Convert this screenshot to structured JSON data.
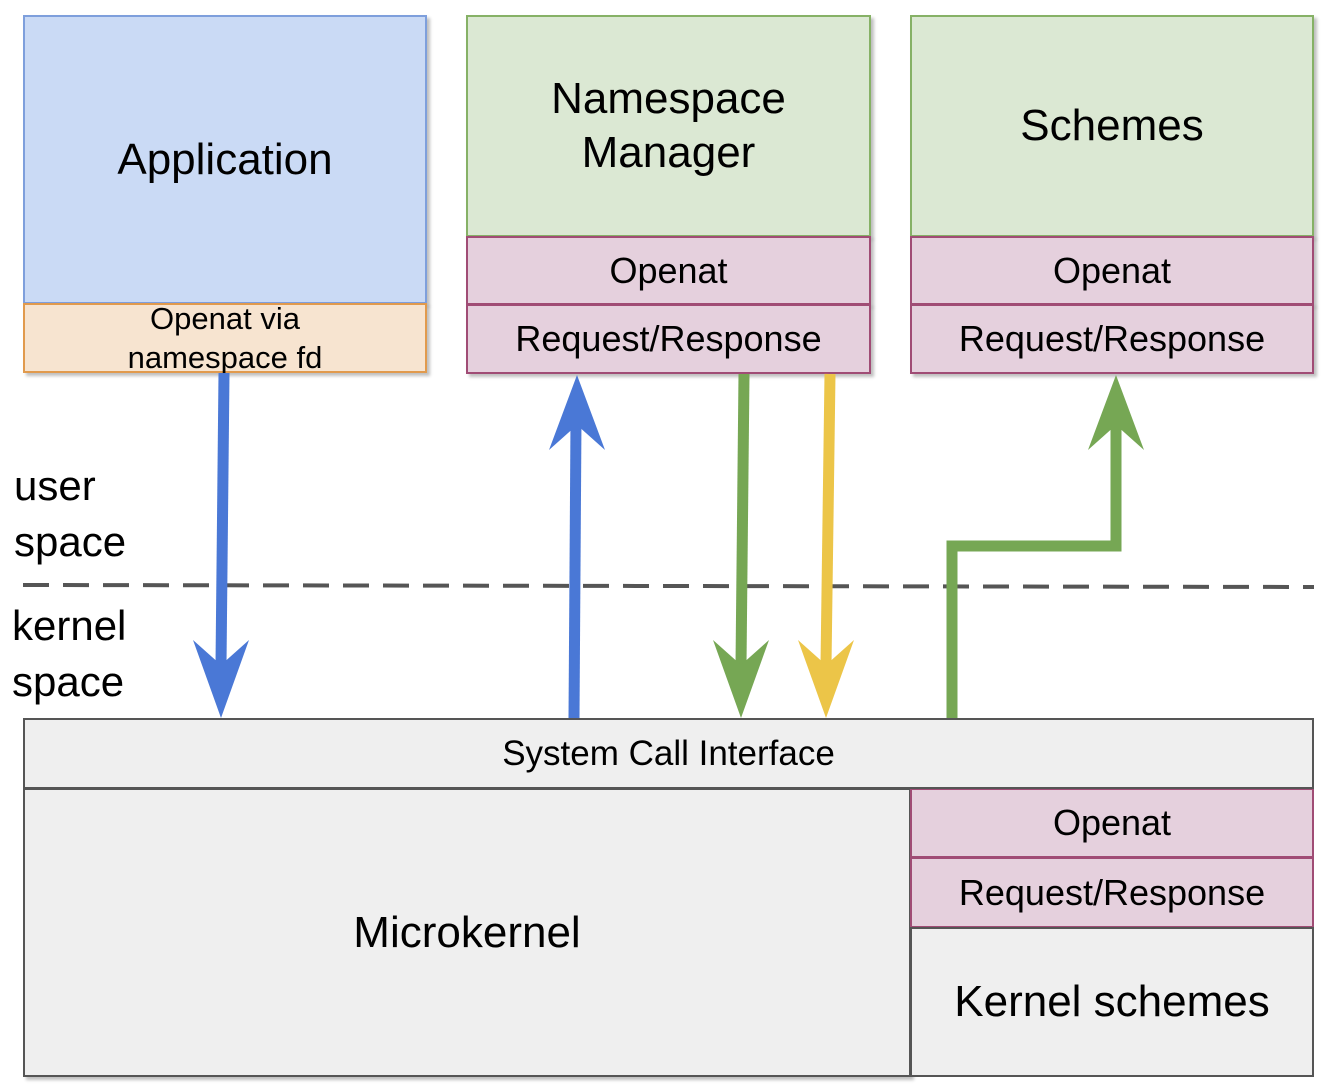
{
  "application": {
    "title": "Application",
    "sub_line1": "Openat via",
    "sub_line2": "namespace fd"
  },
  "namespace_manager": {
    "title_line1": "Namespace",
    "title_line2": "Manager",
    "openat": "Openat",
    "request_response": "Request/Response"
  },
  "schemes": {
    "title": "Schemes",
    "openat": "Openat",
    "request_response": "Request/Response"
  },
  "user_space": {
    "line1": "user",
    "line2": "space"
  },
  "kernel_space": {
    "line1": "kernel",
    "line2": "space"
  },
  "system_call_interface": "System Call Interface",
  "microkernel": "Microkernel",
  "kernel_section": {
    "openat": "Openat",
    "request_response": "Request/Response",
    "kernel_schemes": "Kernel schemes"
  },
  "colors": {
    "blue_arrow": "#4a78d6",
    "green_arrow": "#76a754",
    "yellow_arrow": "#ecc548",
    "divider": "#555555"
  }
}
